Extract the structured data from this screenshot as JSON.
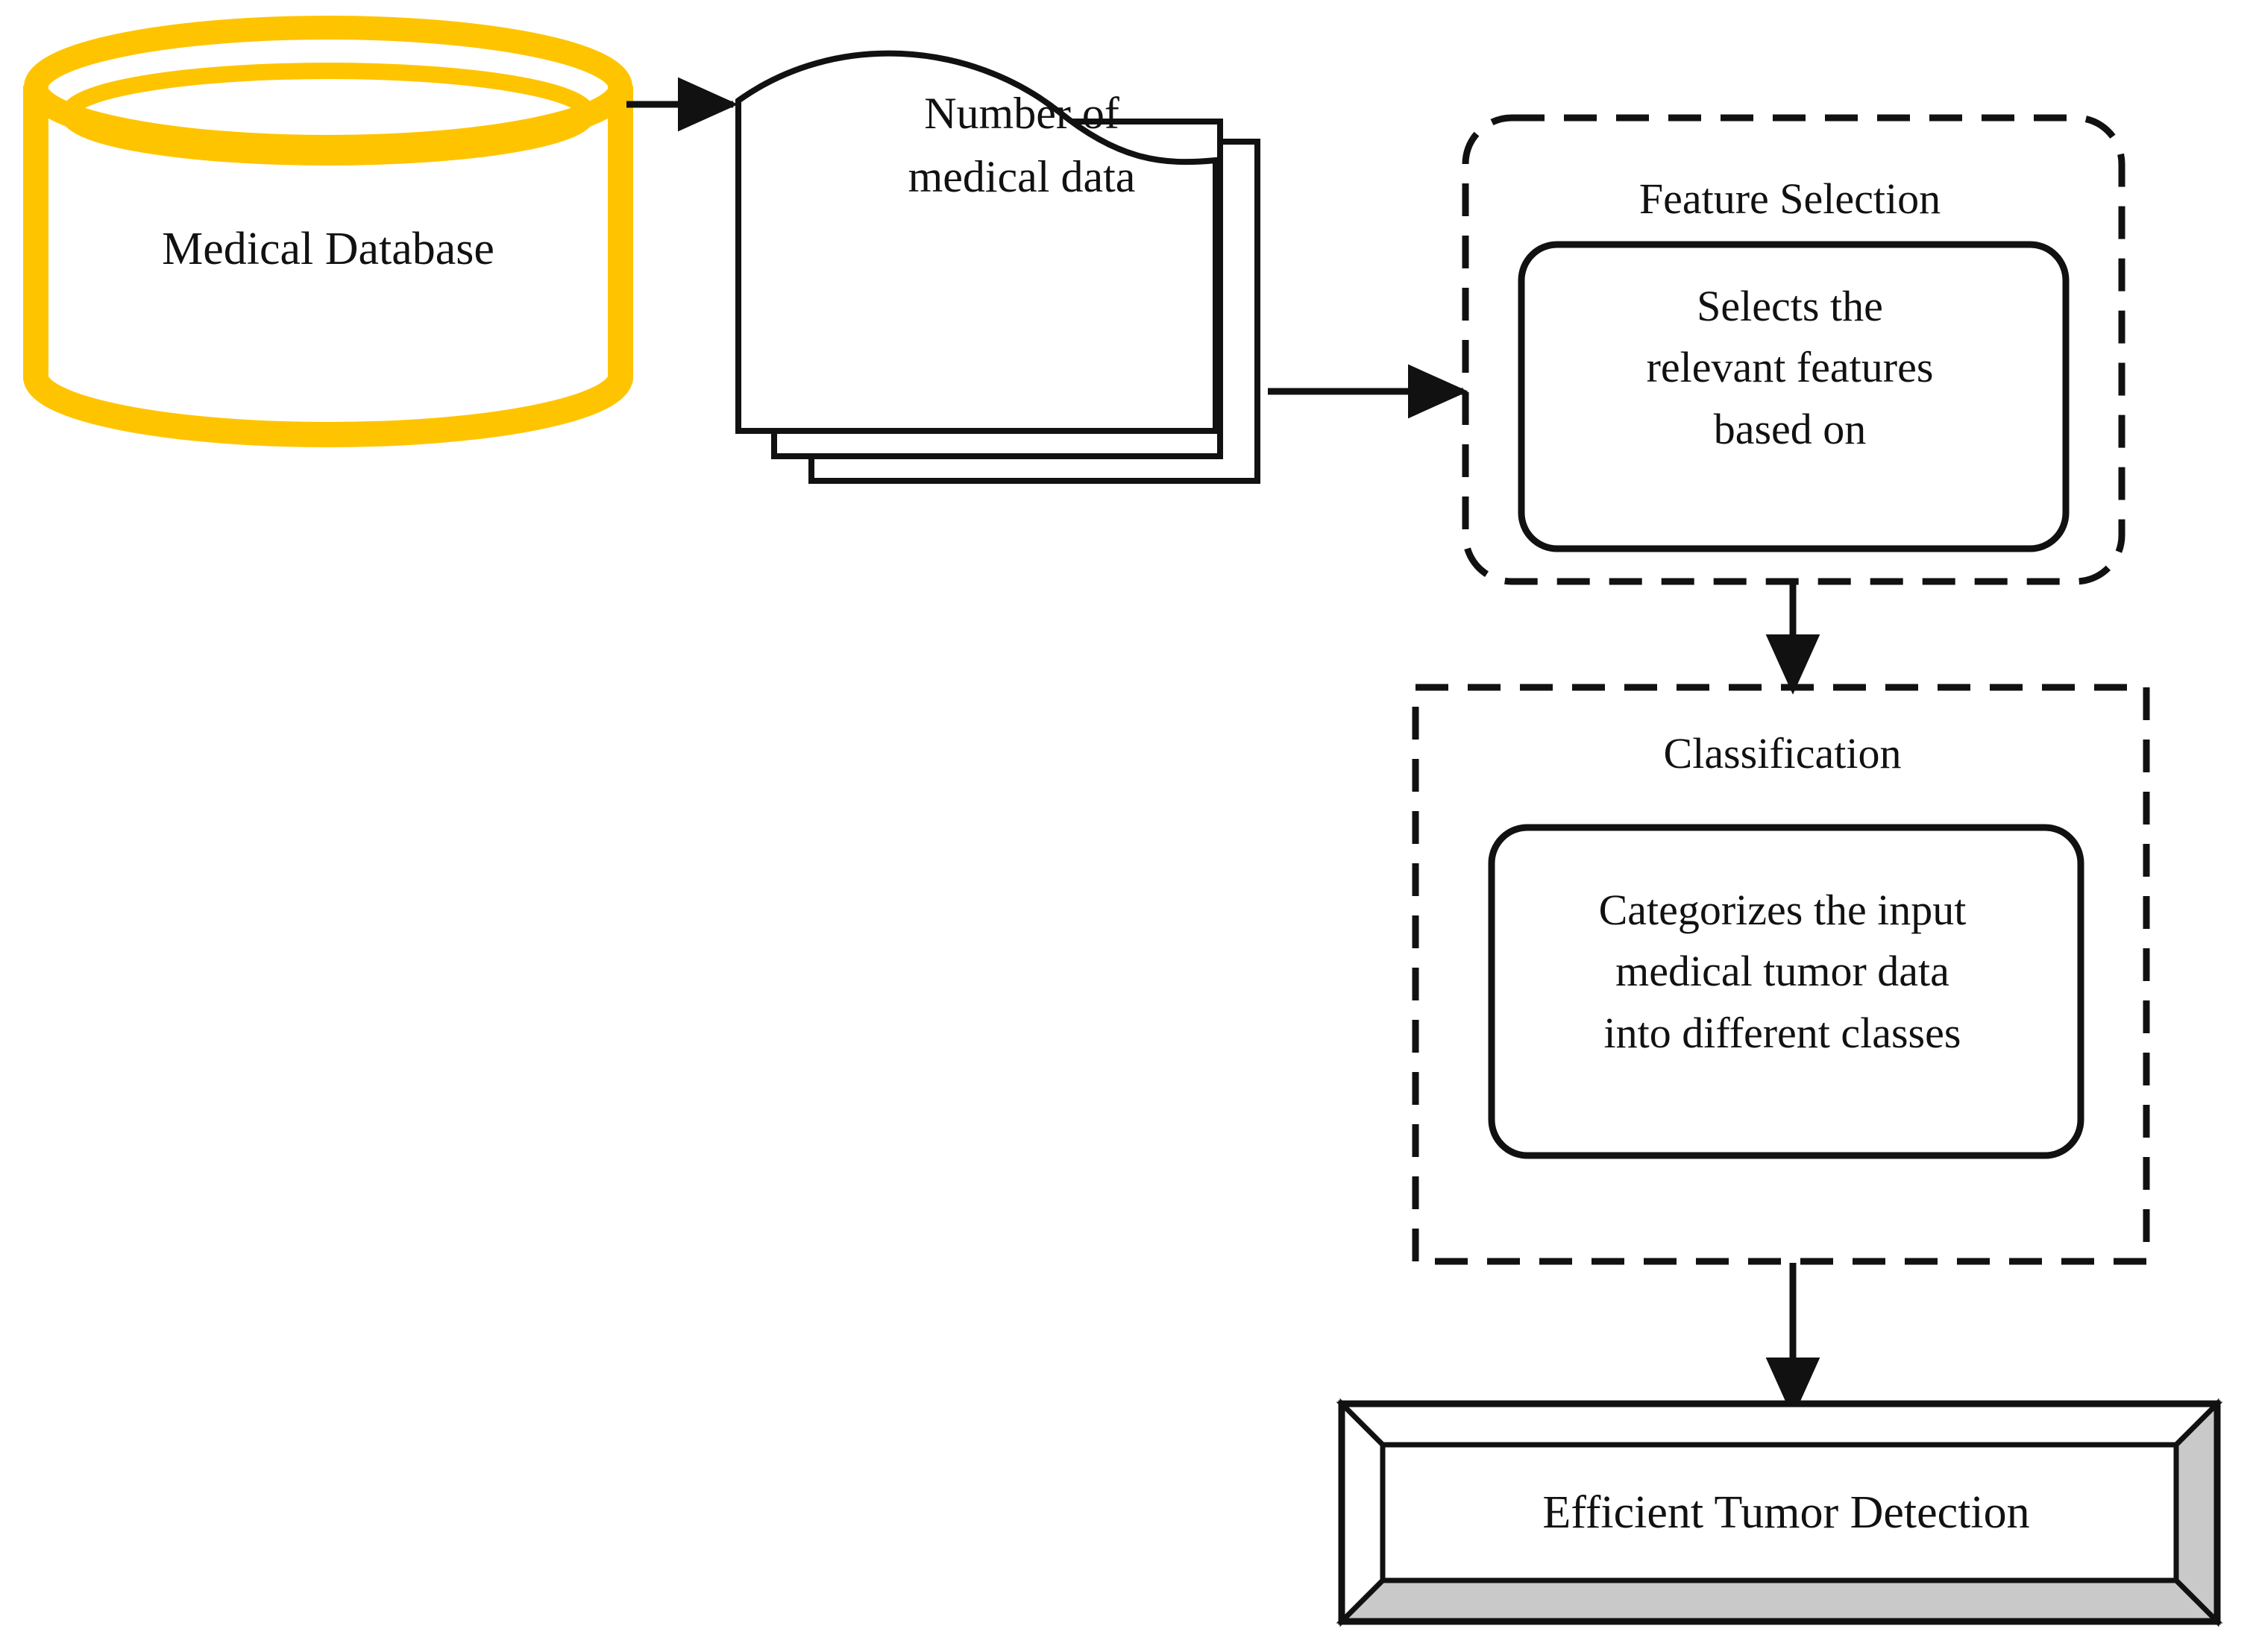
{
  "diagram": {
    "title": "Medical tumor detection pipeline flowchart",
    "background_color": "#ffffff",
    "accent_color": "#FFC400",
    "line_color": "#111111",
    "bevel_face_color": "#ffffff",
    "bevel_shadow_color": "#c9c9c9",
    "nodes": {
      "database": {
        "label": "Medical Database",
        "shape": "cylinder",
        "color": "#FFC400"
      },
      "documents": {
        "label": "Number of\nmedical data",
        "line1": "Number of",
        "line2": "medical data",
        "shape": "document-stack",
        "stack_count": 3
      },
      "feature_selection": {
        "title": "Feature Selection",
        "body": "Selects the\nrelevant features\nbased on",
        "body_line1": "Selects the",
        "body_line2": "relevant features",
        "body_line3": "based on",
        "outer_shape": "dashed-rounded-rect",
        "inner_shape": "solid-rounded-rect"
      },
      "classification": {
        "title": "Classification",
        "body": "Categorizes the input\nmedical tumor data\ninto different classes",
        "body_line1": "Categorizes the input",
        "body_line2": "medical tumor data",
        "body_line3": "into different classes",
        "outer_shape": "dashed-rect",
        "inner_shape": "solid-rounded-rect"
      },
      "output": {
        "label": "Efficient Tumor Detection",
        "shape": "beveled-3d-rect"
      }
    },
    "edges": [
      {
        "from": "database",
        "to": "documents",
        "direction": "right"
      },
      {
        "from": "documents",
        "to": "feature_selection",
        "direction": "right"
      },
      {
        "from": "feature_selection",
        "to": "classification",
        "direction": "down"
      },
      {
        "from": "classification",
        "to": "output",
        "direction": "down"
      }
    ]
  }
}
